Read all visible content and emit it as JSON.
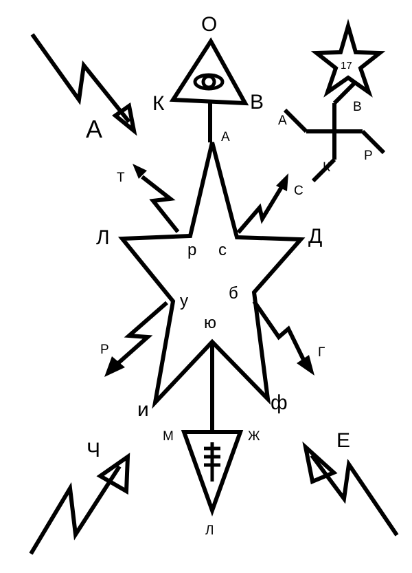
{
  "colors": {
    "ink": "#000000",
    "background": "#ffffff"
  },
  "labels": {
    "eye_triangle": {
      "top": "О",
      "left": "К",
      "right": "В"
    },
    "star_corner": "17",
    "star_points": {
      "top": "А",
      "inner_left_top": "р",
      "inner_right_top": "с",
      "left_tip": "Л",
      "right_tip": "Д",
      "inner_left": "у",
      "inner_right": "б",
      "inner_bottom": "ю",
      "bottom_left_tip": "и",
      "bottom_right_tip": "ф"
    },
    "cross": {
      "left": "А",
      "top": "В",
      "right": "Р",
      "bottom": "К"
    },
    "lightning": {
      "top_left": "А",
      "upper_left": "Т",
      "upper_right": "С",
      "lower_left": "Р",
      "lower_right": "Г",
      "bottom_left": "Ч",
      "bottom_right": "Е"
    },
    "lower_triangle": {
      "left": "М",
      "right": "Ж",
      "bottom": "Л"
    }
  }
}
